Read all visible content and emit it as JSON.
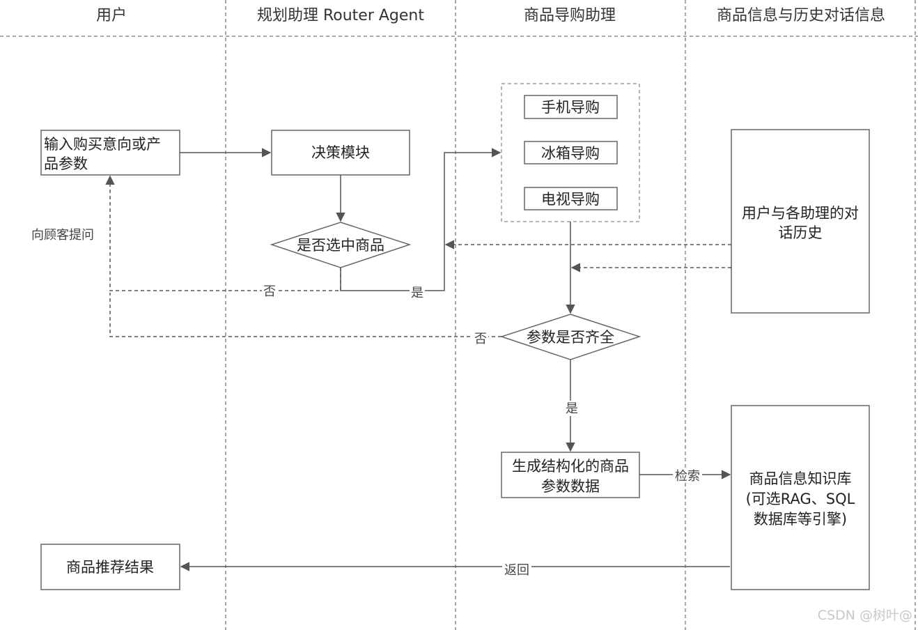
{
  "lanes": [
    "用户",
    "规划助理 Router Agent",
    "商品导购助理",
    "商品信息与历史对话信息"
  ],
  "nodes": {
    "input": [
      "输入购买意向或产",
      "品参数"
    ],
    "decision_module": "决策模块",
    "choose_product": "是否选中商品",
    "phone_guide": "手机导购",
    "fridge_guide": "冰箱导购",
    "tv_guide": "电视导购",
    "history": [
      "用户与各助理的对",
      "话历史"
    ],
    "params_complete": "参数是否齐全",
    "structured_params": [
      "生成结构化的商品",
      "参数数据"
    ],
    "knowledge_base": [
      "商品信息知识库",
      "(可选RAG、SQL",
      "数据库等引擎)"
    ],
    "recommendation": "商品推荐结果"
  },
  "edge_labels": {
    "ask_customer": "向顾客提问",
    "no_1": "否",
    "yes_1": "是",
    "no_2": "否",
    "yes_2": "是",
    "retrieve": "检索",
    "return": "返回"
  },
  "watermark": "CSDN @树叶@"
}
